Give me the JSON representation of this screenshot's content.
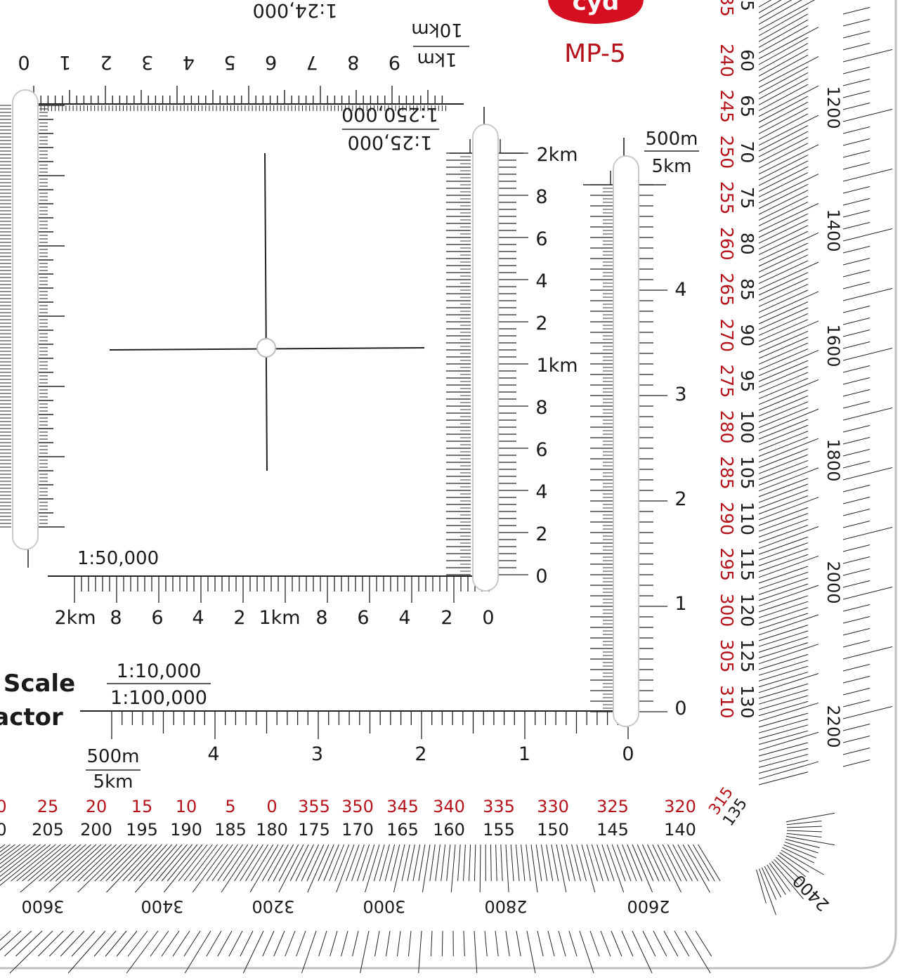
{
  "brand": {
    "logo_text": "cyd",
    "model": "MP-5",
    "color_red": "#b5121b",
    "color_ink": "#1a1a1a"
  },
  "scales": {
    "top_24000": "1:24,000",
    "top_km_numbers": [
      "0",
      "1",
      "2",
      "3",
      "4",
      "5",
      "6",
      "7",
      "8",
      "9"
    ],
    "top_1km": "1km",
    "top_10km": "10km",
    "top_250000": "1:250,000",
    "top_25000": "1:25,000",
    "v1_labels": [
      "2km",
      "8",
      "6",
      "4",
      "2",
      "1km",
      "8",
      "6",
      "4",
      "2",
      "0"
    ],
    "v2_top_500m": "500m",
    "v2_top_5km": "5km",
    "v2_labels": [
      "4",
      "3",
      "2",
      "1",
      "0"
    ],
    "s50000": "1:50,000",
    "h50_labels": [
      "2km",
      "8",
      "6",
      "4",
      "2",
      "1km",
      "8",
      "6",
      "4",
      "2",
      "0"
    ],
    "s10000": "1:10,000",
    "s100000": "1:100,000",
    "h10_labels": [
      "4",
      "3",
      "2",
      "1",
      "0"
    ],
    "h10_500m": "500m",
    "h10_5km": "5km",
    "scale_word": "Scale",
    "factor_word": "actor"
  },
  "right_column": {
    "red": [
      "240",
      "245",
      "250",
      "255",
      "260",
      "265",
      "270",
      "275",
      "280",
      "285",
      "290",
      "295",
      "300",
      "305",
      "310"
    ],
    "black": [
      "60",
      "65",
      "70",
      "75",
      "80",
      "85",
      "90",
      "95",
      "100",
      "105",
      "110",
      "115",
      "120",
      "125",
      "130"
    ],
    "top_fragment_red": "35",
    "top_fragment_black": "5",
    "mils": [
      "1200",
      "1400",
      "1600",
      "1800",
      "2000",
      "2200"
    ]
  },
  "bottom_row": {
    "red": [
      "0",
      "25",
      "20",
      "15",
      "10",
      "5",
      "0",
      "355",
      "350",
      "345",
      "340",
      "335",
      "330",
      "325",
      "320"
    ],
    "black": [
      "0",
      "205",
      "200",
      "195",
      "190",
      "185",
      "180",
      "175",
      "170",
      "165",
      "160",
      "155",
      "150",
      "145",
      "140"
    ],
    "corner_red": "315",
    "corner_black": "135",
    "mils": [
      "3600",
      "3400",
      "3200",
      "3000",
      "2800",
      "2600",
      "2400"
    ]
  }
}
